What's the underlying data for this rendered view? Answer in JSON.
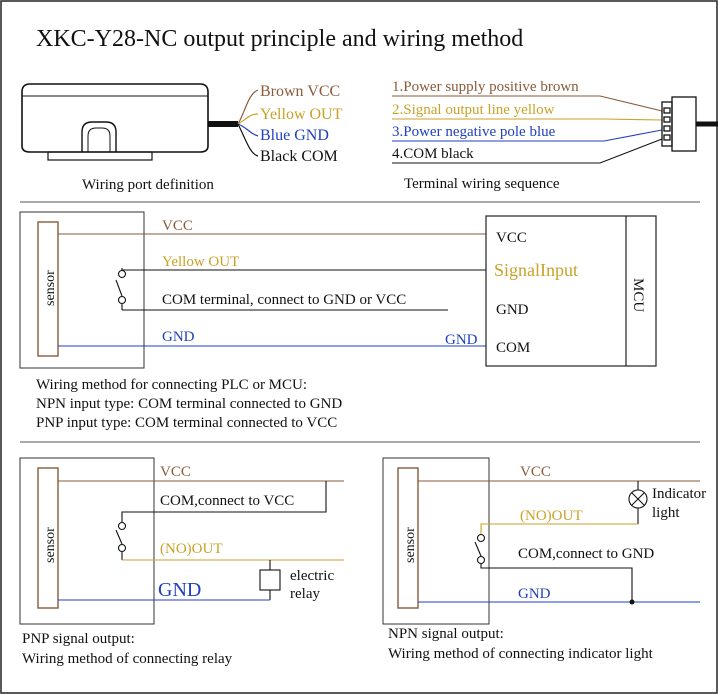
{
  "title": "XKC-Y28-NC output principle and wiring method",
  "colors": {
    "vcc": "#8a5a3b",
    "out": "#c9a227",
    "gnd": "#1f3fbf",
    "com": "#111111",
    "frame": "#222222"
  },
  "top_left": {
    "wires": [
      "Brown VCC",
      "Yellow OUT",
      "Blue GND",
      "Black COM"
    ],
    "caption": "Wiring port definition"
  },
  "top_right": {
    "lines": [
      "1.Power supply positive brown",
      "2.Signal output line yellow",
      "3.Power negative pole blue",
      "4.COM  black"
    ],
    "caption": "Terminal wiring sequence"
  },
  "mcu_diagram": {
    "sensor_label": "sensor",
    "vcc_label": "VCC",
    "out_label": "Yellow OUT",
    "com_label": "COM terminal, connect to GND or VCC",
    "gnd_label": "GND",
    "gnd_right_label": "GND",
    "mcu_pins": [
      "VCC",
      "SignalInput",
      "GND",
      "COM"
    ],
    "mcu_label": "MCU",
    "notes": [
      "Wiring method for connecting PLC or MCU:",
      "NPN input type: COM terminal connected to GND",
      "PNP input type: COM terminal connected to VCC"
    ]
  },
  "pnp_diagram": {
    "sensor_label": "sensor",
    "vcc_label": "VCC",
    "com_label": "COM,connect to VCC",
    "out_label": "(NO)OUT",
    "gnd_label": "GND",
    "relay_label_1": "electric",
    "relay_label_2": "relay",
    "caption_1": "PNP signal output:",
    "caption_2": "Wiring method of connecting relay"
  },
  "npn_diagram": {
    "sensor_label": "sensor",
    "vcc_label": "VCC",
    "out_label": "(NO)OUT",
    "com_label": "COM,connect to GND",
    "gnd_label": "GND",
    "light_label_1": "Indicator",
    "light_label_2": "light",
    "caption_1": "NPN signal output:",
    "caption_2": "Wiring method of connecting indicator light"
  }
}
